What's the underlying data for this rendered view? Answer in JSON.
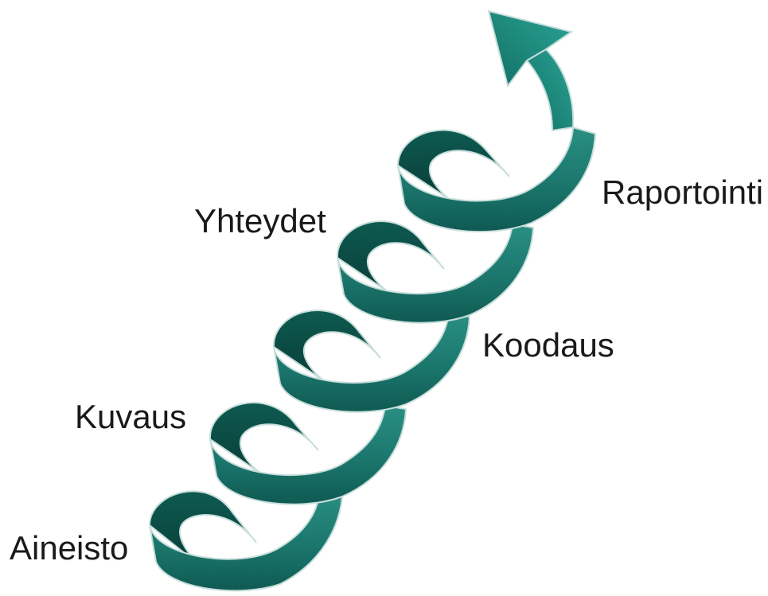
{
  "diagram": {
    "stages": [
      {
        "label": "Aineisto"
      },
      {
        "label": "Kuvaus"
      },
      {
        "label": "Koodaus"
      },
      {
        "label": "Yhteydet"
      },
      {
        "label": "Raportointi"
      }
    ],
    "colors": {
      "ribbon_front": "#1c7a70",
      "ribbon_back": "#0b4d45",
      "ribbon_edge": "#c7dedb",
      "arrow_head": "#1f8f85",
      "text": "#1a1a1a",
      "background": "#ffffff"
    }
  }
}
